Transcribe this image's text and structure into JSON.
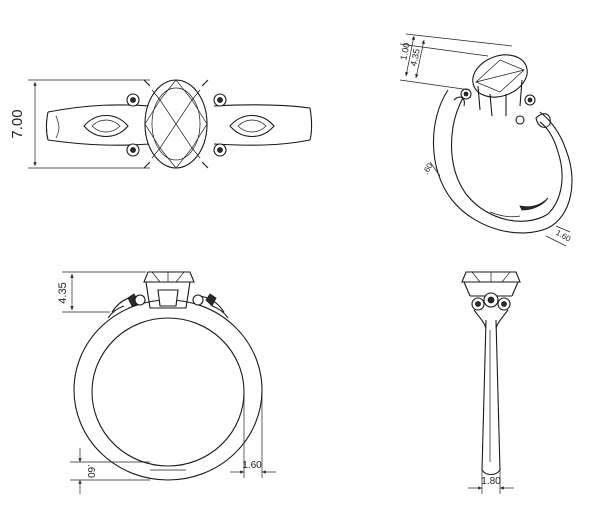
{
  "dimensions": {
    "top_view_width": "7.00",
    "iso_width": "1.00",
    "iso_head_height": "4.35",
    "iso_shank_width": ".60",
    "iso_shank_thickness": "1.60",
    "front_head_height": "4.35",
    "front_bottom_thickness": ".60",
    "front_shank_width": "1.60",
    "side_band_width": "1.80"
  }
}
